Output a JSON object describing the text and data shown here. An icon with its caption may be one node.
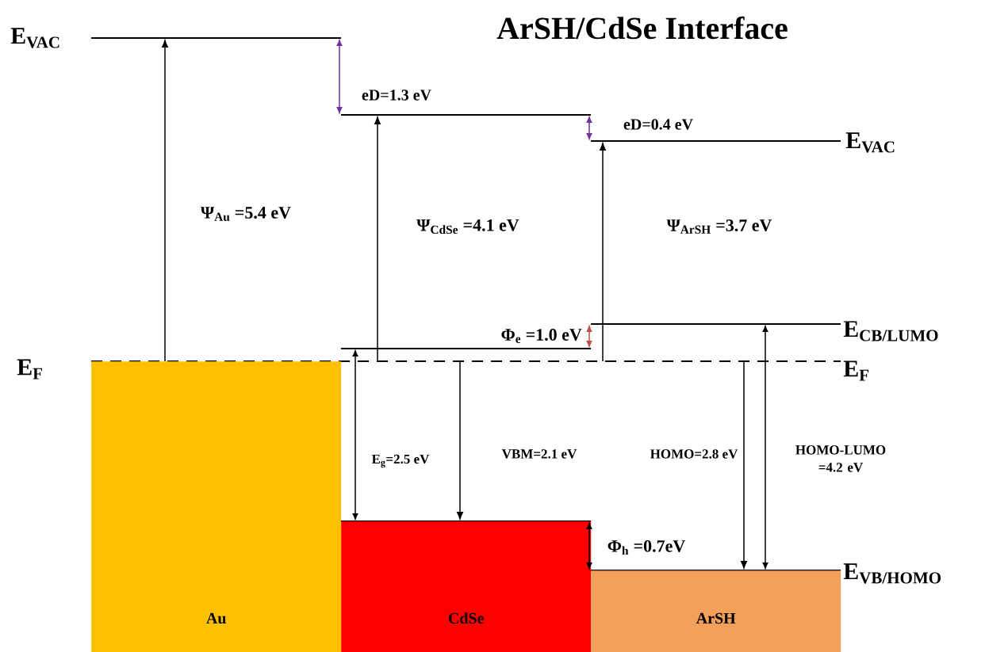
{
  "diagram": {
    "title": "ArSH/CdSe Interface",
    "nodes": [
      {
        "text": [
          "Au"
        ]
      },
      {
        "text": [
          "CdSe"
        ]
      },
      {
        "text": [
          "ArSH"
        ]
      }
    ],
    "labels": [
      "E$_{VAC}$",
      "eD=1.3 eV",
      "eD=0.4 eV",
      "E$_{VAC}$",
      "Ψ$_{Au}$ =5.4 eV",
      "Ψ$_{CdSe}$ =4.1 eV",
      "Ψ$_{ArSH}$ =3.7 eV",
      "Φ$_{e}$ =1.0 eV",
      "E$_{CB/LUMO}$",
      "E$_{F}$",
      "E$_{F}$",
      "E$_{g}$=2.5 eV",
      "VBM=2.1 eV",
      "HOMO=2.8 eV",
      "HOMO-LUMO =4.2 eV",
      "Φ$_{h}$ =0.7eV",
      "E$_{VB/HOMO}$"
    ]
  }
}
